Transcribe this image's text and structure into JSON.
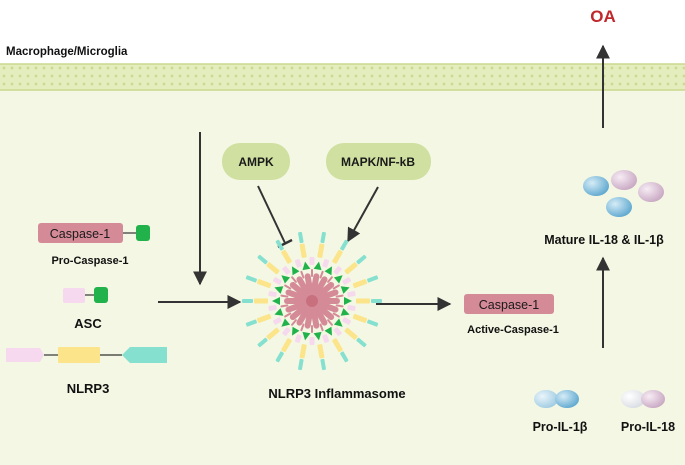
{
  "colors": {
    "cytoplasm": "#f3f7e3",
    "membrane": "#dfeab3",
    "membrane_dots": "#c9d98e",
    "pill": "#cfe0a0",
    "caspase": "#d58a97",
    "green_block": "#22b24c",
    "pink_block": "#f6d9ee",
    "yellow_block": "#fbe489",
    "cyan_block": "#86e0cf",
    "oa": "#c0282d",
    "arrow": "#333333"
  },
  "cell": {
    "label": "Macrophage/Microglia"
  },
  "output": {
    "label": "OA"
  },
  "signals": {
    "ampk": "AMPK",
    "mapk": "MAPK/NF-kB"
  },
  "left_components": {
    "caspase_block_text": "Caspase-1",
    "pro_caspase_label": "Pro-Caspase-1",
    "asc_label": "ASC",
    "nlrp3_label": "NLRP3"
  },
  "inflammasome": {
    "label": "NLRP3 Inflammasome"
  },
  "active_caspase": {
    "block_text": "Caspase-1",
    "label": "Active-Caspase-1"
  },
  "cytokines": {
    "mature_label": "Mature IL-18 & IL-1β",
    "pro_il1b_label": "Pro-IL-1β",
    "pro_il18_label": "Pro-IL-18"
  }
}
